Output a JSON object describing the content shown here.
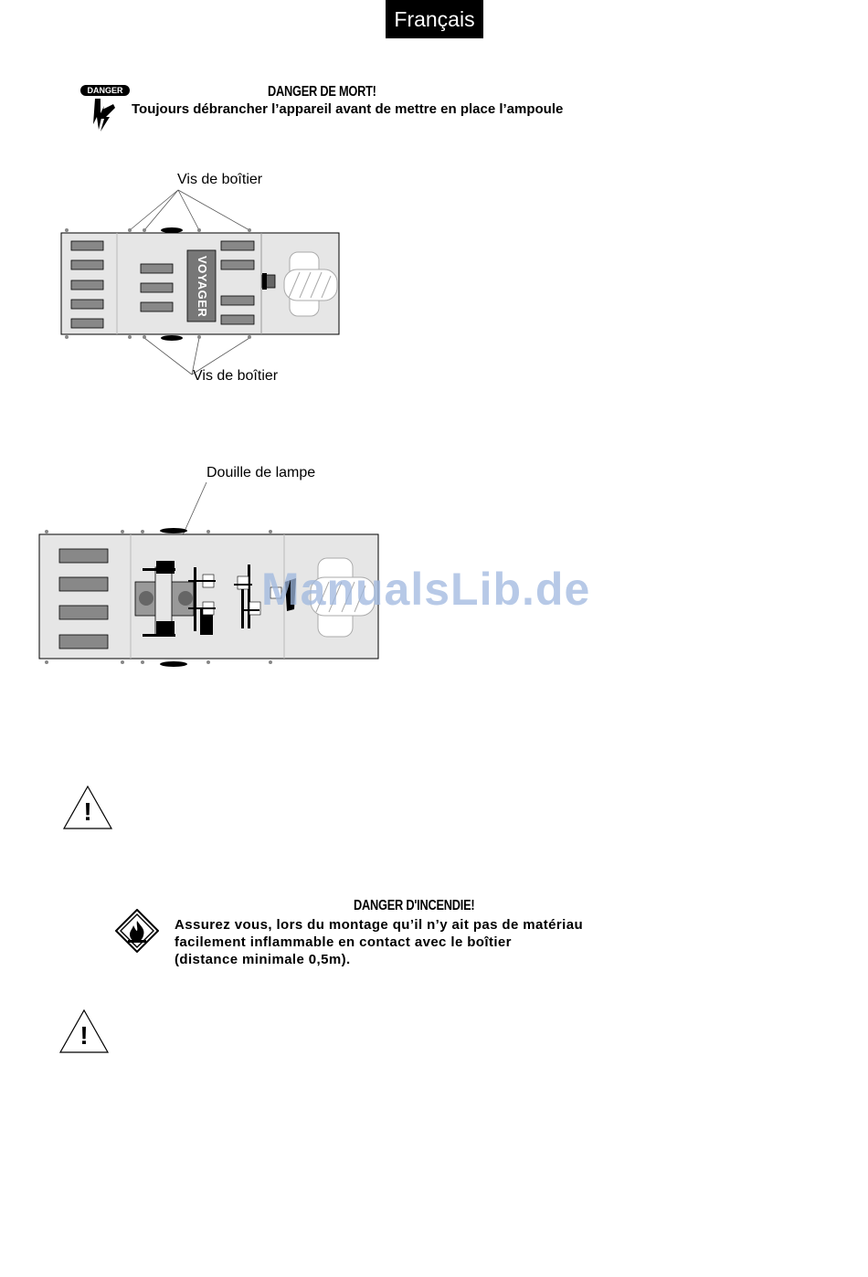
{
  "header": {
    "language_tab": "Français"
  },
  "danger_section": {
    "badge": "DANGER",
    "title": "DANGER DE MORT!",
    "text": "Toujours débrancher l’appareil avant de mettre en place l’ampoule"
  },
  "diagram1": {
    "label_top": "Vis de boîtier",
    "label_bottom": "Vis de boîtier",
    "brand": "VOYAGER"
  },
  "diagram2": {
    "label": "Douille de lampe"
  },
  "watermark": "ManualsLib.de",
  "fire_section": {
    "title": "DANGER D'INCENDIE!",
    "lines": [
      "Assurez vous, lors du montage qu’il n’y ait pas de matériau",
      "facilement inflammable en contact avec le boîtier",
      "(distance minimale 0,5m)."
    ]
  },
  "warning_glyph": "!"
}
